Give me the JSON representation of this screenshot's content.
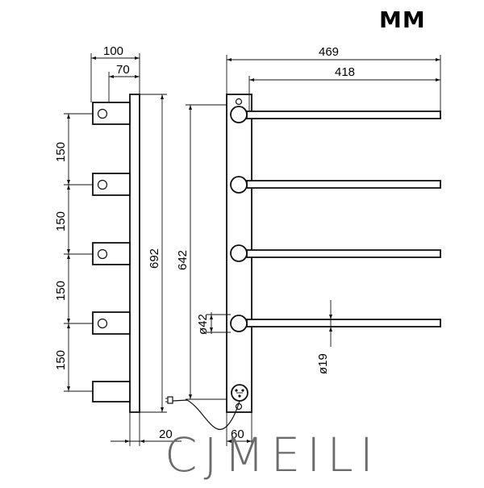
{
  "header": {
    "unit_label": "MM"
  },
  "brand": {
    "logo_text": "CJMEILI"
  },
  "side_view": {
    "width_total": "100",
    "width_bracket": "70",
    "spacings": [
      "150",
      "150",
      "150",
      "150"
    ],
    "height": "692",
    "depth_bottom": "20"
  },
  "front_view": {
    "width_total": "469",
    "bar_length": "418",
    "height": "642",
    "hub_diameter": "ø42",
    "bar_diameter": "ø19",
    "panel_width": "60"
  }
}
